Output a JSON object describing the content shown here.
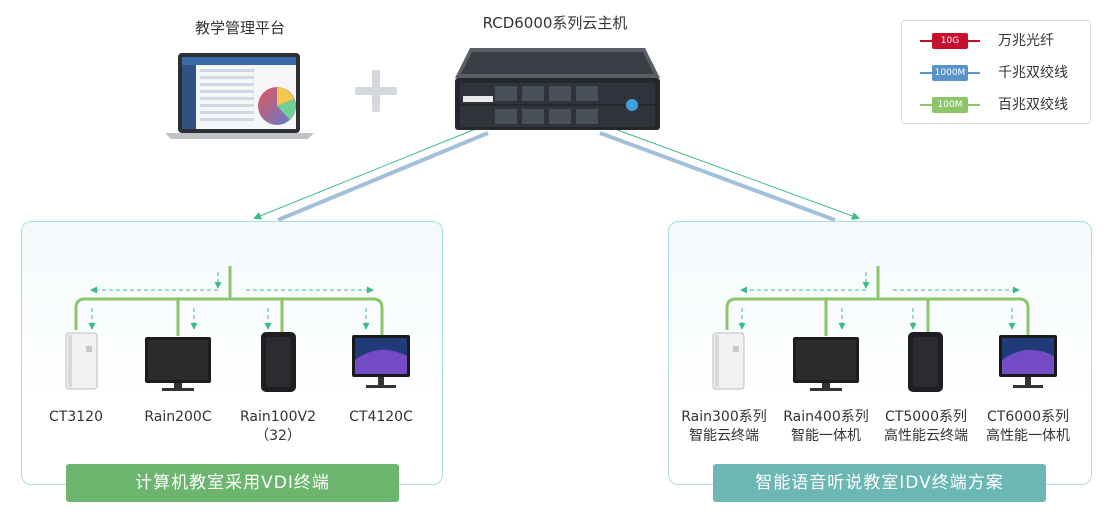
{
  "top": {
    "platform_label": "教学管理平台",
    "server_label": "RCD6000系列云主机"
  },
  "legend": [
    {
      "pill": "10G",
      "text": "万兆光纤",
      "color": "#c8102e"
    },
    {
      "pill": "1000M",
      "text": "千兆双绞线",
      "color": "#5a93c8"
    },
    {
      "pill": "100M",
      "text": "百兆双绞线",
      "color": "#8cc56a"
    }
  ],
  "left_panel": {
    "banner": "计算机教室采用VDI终端",
    "devices": [
      {
        "line1": "CT3120",
        "line2": ""
      },
      {
        "line1": "Rain200C",
        "line2": ""
      },
      {
        "line1": "Rain100V2",
        "line2": "（32）"
      },
      {
        "line1": "CT4120C",
        "line2": ""
      }
    ]
  },
  "right_panel": {
    "banner": "智能语音听说教室IDV终端方案",
    "devices": [
      {
        "line1": "Rain300系列",
        "line2": "智能云终端"
      },
      {
        "line1": "Rain400系列",
        "line2": "智能一体机"
      },
      {
        "line1": "CT5000系列",
        "line2": "高性能云终端"
      },
      {
        "line1": "CT6000系列",
        "line2": "高性能一体机"
      }
    ]
  },
  "colors": {
    "green_link": "#8cc56a",
    "arrow_green": "#3dbb8a",
    "left_banner": "#6cb56e",
    "right_banner": "#6bb7b4"
  }
}
